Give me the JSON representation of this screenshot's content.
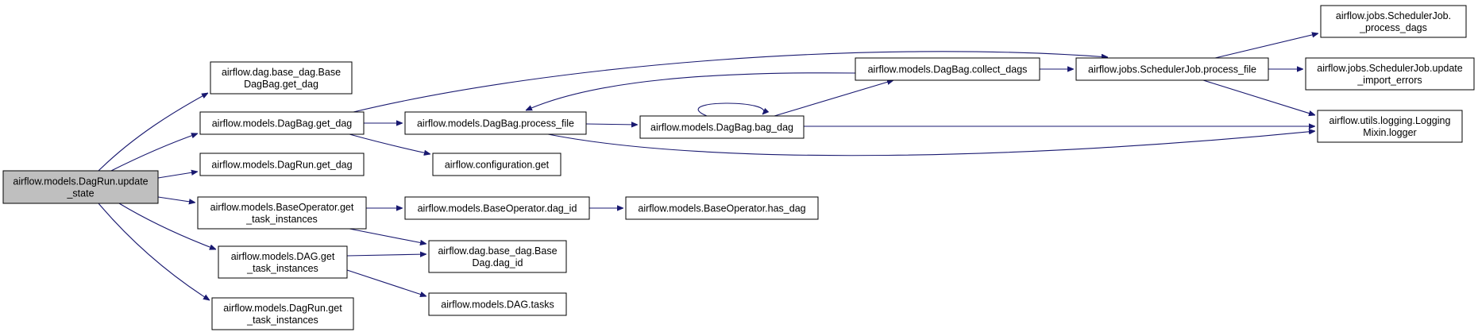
{
  "graph": {
    "edge_color": "#191970",
    "root_fill": "#bfbfbf",
    "nodes": {
      "dagrun_update_state": [
        "airflow.models.DagRun.update",
        "_state"
      ],
      "base_dagbag_get_dag": [
        "airflow.dag.base_dag.Base",
        "DagBag.get_dag"
      ],
      "dagbag_get_dag": [
        "airflow.models.DagBag.get_dag"
      ],
      "dagrun_get_dag": [
        "airflow.models.DagRun.get_dag"
      ],
      "baseoperator_get_task_instances": [
        "airflow.models.BaseOperator.get",
        "_task_instances"
      ],
      "dag_get_task_instances": [
        "airflow.models.DAG.get",
        "_task_instances"
      ],
      "dagrun_get_task_instances": [
        "airflow.models.DagRun.get",
        "_task_instances"
      ],
      "dagbag_process_file": [
        "airflow.models.DagBag.process_file"
      ],
      "configuration_get": [
        "airflow.configuration.get"
      ],
      "dagbag_bag_dag": [
        "airflow.models.DagBag.bag_dag"
      ],
      "dagbag_collect_dags": [
        "airflow.models.DagBag.collect_dags"
      ],
      "schedulerjob_process_file": [
        "airflow.jobs.SchedulerJob.process_file"
      ],
      "schedulerjob_process_dags": [
        "airflow.jobs.SchedulerJob.",
        "_process_dags"
      ],
      "schedulerjob_update_import_errors": [
        "airflow.jobs.SchedulerJob.update",
        "_import_errors"
      ],
      "loggingmixin_logger": [
        "airflow.utils.logging.Logging",
        "Mixin.logger"
      ],
      "baseoperator_dag_id": [
        "airflow.models.BaseOperator.dag_id"
      ],
      "baseoperator_has_dag": [
        "airflow.models.BaseOperator.has_dag"
      ],
      "base_dag_dag_id": [
        "airflow.dag.base_dag.Base",
        "Dag.dag_id"
      ],
      "dag_tasks": [
        "airflow.models.DAG.tasks"
      ]
    }
  }
}
